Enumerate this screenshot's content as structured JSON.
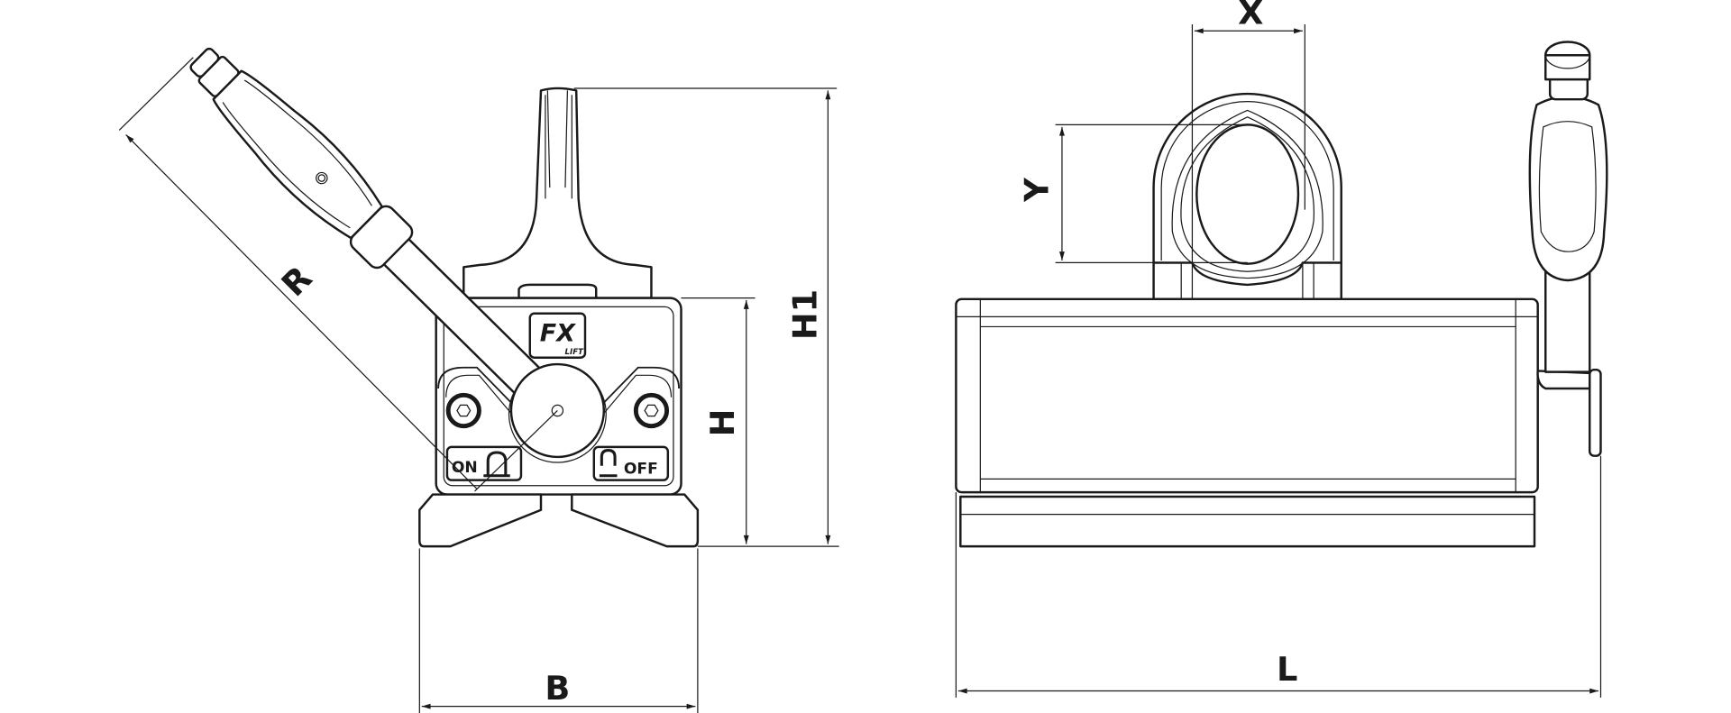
{
  "drawing": {
    "side_view": {
      "dimensions": {
        "radius": "R",
        "height": "H",
        "overall_height": "H1",
        "width": "B"
      },
      "switch_on_label": "ON",
      "switch_off_label": "OFF",
      "logo": {
        "main": "FX",
        "sub": "LIFT"
      }
    },
    "front_view": {
      "dimensions": {
        "eye_width": "X",
        "eye_height": "Y",
        "length": "L"
      }
    },
    "line_color": "#1a1a1a"
  }
}
